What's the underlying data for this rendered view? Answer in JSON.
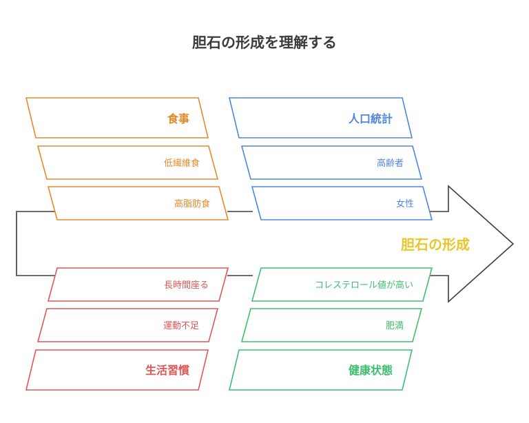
{
  "title": "胆石の形成を理解する",
  "effect": "胆石の形成",
  "colors": {
    "diet": "#e08a2e",
    "demographics": "#4f86d8",
    "lifestyle": "#e05555",
    "health": "#3dbd6e",
    "effect": "#e8c62a",
    "spine": "#3b3b3b"
  },
  "categories": {
    "diet": {
      "label": "食事",
      "items": [
        "低繊維食",
        "高脂肪食"
      ]
    },
    "demographics": {
      "label": "人口統計",
      "items": [
        "高齢者",
        "女性"
      ]
    },
    "lifestyle": {
      "label": "生活習慣",
      "items": [
        "長時間座る",
        "運動不足"
      ]
    },
    "health": {
      "label": "健康状態",
      "items": [
        "コレステロール値が高い",
        "肥満"
      ]
    }
  }
}
